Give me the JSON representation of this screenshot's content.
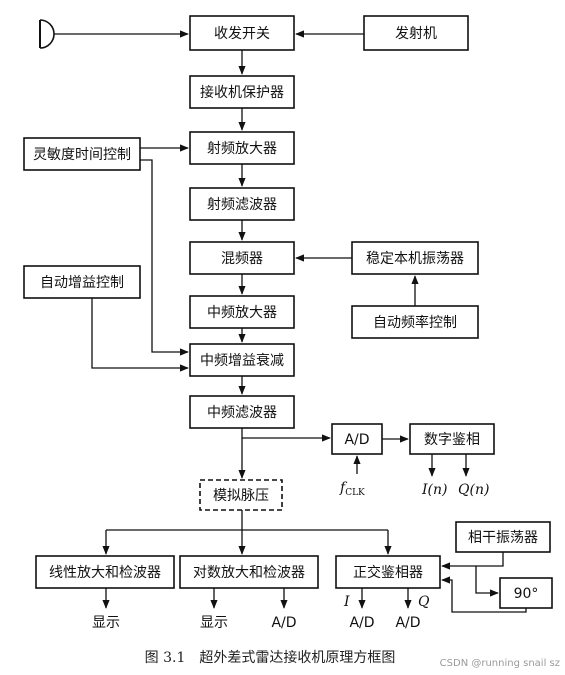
{
  "blocks": {
    "duplexer": "收发开关",
    "transmitter": "发射机",
    "receiver_protector": "接收机保护器",
    "sensitivity_time_control": "灵敏度时间控制",
    "rf_amplifier": "射频放大器",
    "rf_filter": "射频滤波器",
    "mixer": "混频器",
    "stalo": "稳定本机振荡器",
    "agc": "自动增益控制",
    "if_amplifier": "中频放大器",
    "afc": "自动频率控制",
    "if_gain_attenuation": "中频增益衰减",
    "if_filter": "中频滤波器",
    "adc": "A/D",
    "digital_phase_detector": "数字鉴相",
    "analog_pulse_compression": "模拟脉压",
    "linear_amp_detector": "线性放大和检波器",
    "log_amp_detector": "对数放大和检波器",
    "quadrature_phase_detector": "正交鉴相器",
    "coherent_oscillator": "相干振荡器",
    "phase_shift_90": "90°"
  },
  "labels": {
    "fclk_f": "f",
    "fclk_sub": "CLK",
    "i_n": "I(n)",
    "q_n": "Q(n)",
    "display_1": "显示",
    "display_2": "显示",
    "ad_1": "A/D",
    "ad_2": "A/D",
    "ad_3": "A/D",
    "i": "I",
    "q": "Q"
  },
  "caption": "图 3.1　超外差式雷达接收机原理方框图",
  "watermark": "CSDN @running snail sz"
}
